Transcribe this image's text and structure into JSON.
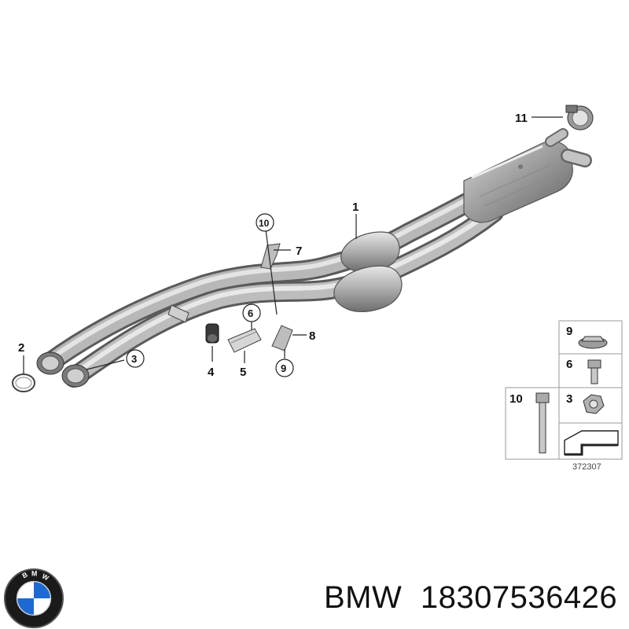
{
  "diagram": {
    "callouts": {
      "c1": "1",
      "c2": "2",
      "c3": "3",
      "c4": "4",
      "c5": "5",
      "c6": "6",
      "c7": "7",
      "c8": "8",
      "c9": "9",
      "c10": "10",
      "c11": "11"
    },
    "legend": {
      "item9": "9",
      "item6": "6",
      "item3": "3",
      "item10": "10"
    },
    "reference_number": "372307"
  },
  "footer": {
    "brand": "BMW",
    "part_number": "18307536426"
  },
  "logo": {
    "letters": "BMW",
    "icon": "bmw-roundel-icon",
    "colors": {
      "blue": "#1c69d4",
      "white": "#ffffff",
      "ring": "#1a1a1a"
    }
  }
}
